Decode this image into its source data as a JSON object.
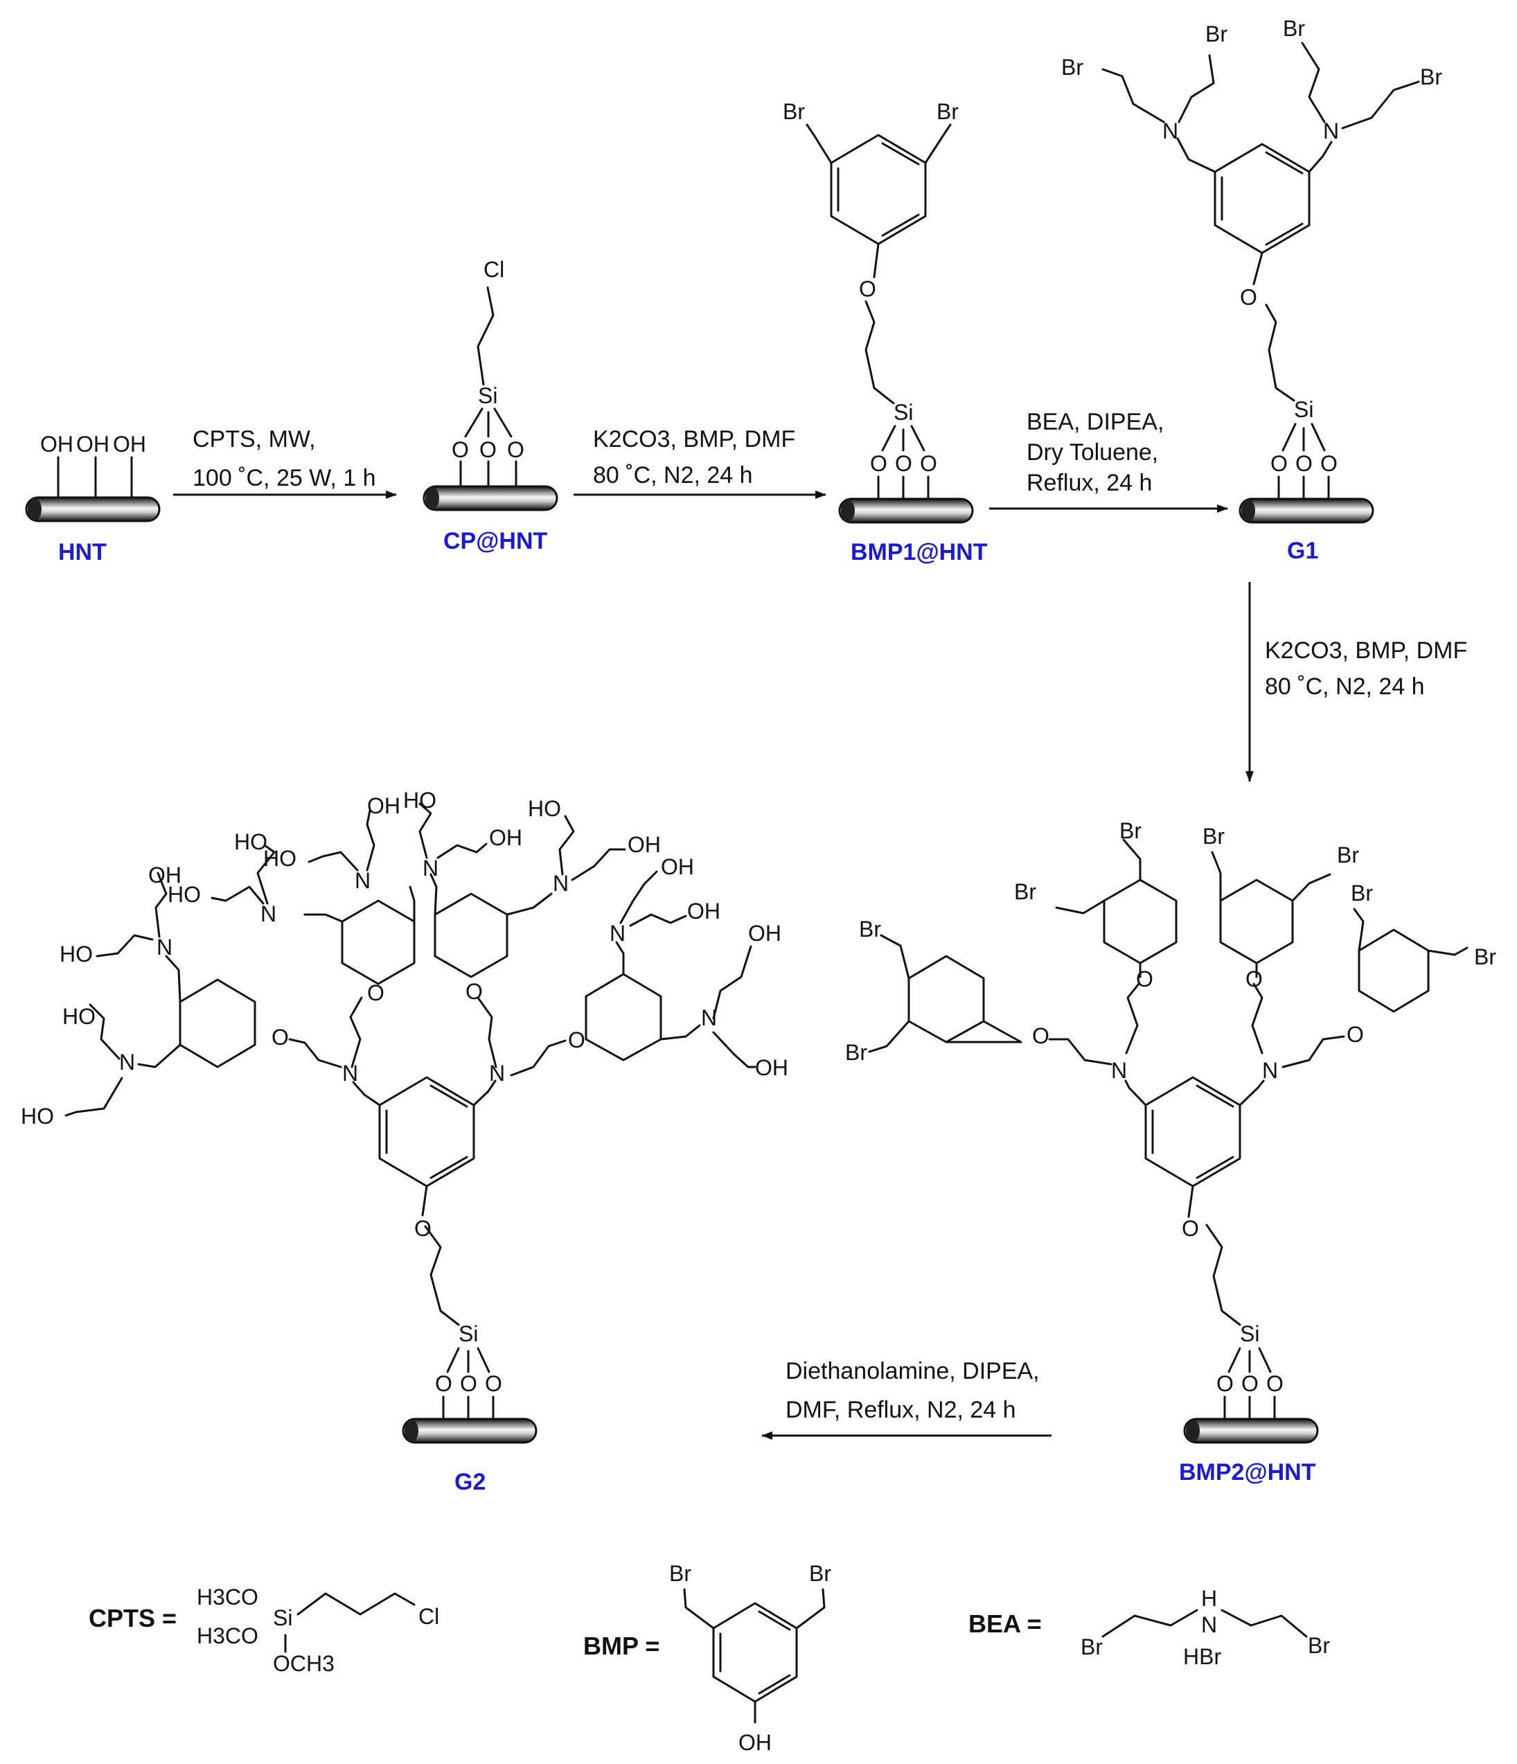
{
  "compounds": {
    "hnt": "HNT",
    "cp_hnt": "CP@HNT",
    "bmp1_hnt": "BMP1@HNT",
    "g1": "G1",
    "bmp2_hnt": "BMP2@HNT",
    "g2": "G2"
  },
  "conditions": {
    "step1": [
      "CPTS, MW,",
      "100 ˚C, 25 W, 1 h"
    ],
    "step2": [
      "K2CO3, BMP, DMF",
      "80 ˚C, N2, 24 h"
    ],
    "step3": [
      "BEA, DIPEA,",
      "Dry Toluene,",
      "Reflux, 24 h"
    ],
    "step4": [
      "K2CO3, BMP, DMF",
      "80 ˚C, N2, 24 h"
    ],
    "step5": [
      "Diethanolamine, DIPEA,",
      "DMF, Reflux, N2, 24 h"
    ]
  },
  "atoms": {
    "oh": "OH",
    "o": "O",
    "si": "Si",
    "cl": "Cl",
    "br": "Br",
    "n": "N",
    "h": "H",
    "ho": "HO",
    "hbr": "HBr"
  },
  "definitions": {
    "cpts_label": "CPTS =",
    "bmp_label": "BMP =",
    "bea_label": "BEA =",
    "cpts_groups": [
      "H3CO",
      "H3CO",
      "OCH3"
    ]
  },
  "colors": {
    "compound_label": "#1a1ad6",
    "text": "#111111",
    "nanotube_dark": "#111111",
    "nanotube_light": "#f5f5f5"
  }
}
